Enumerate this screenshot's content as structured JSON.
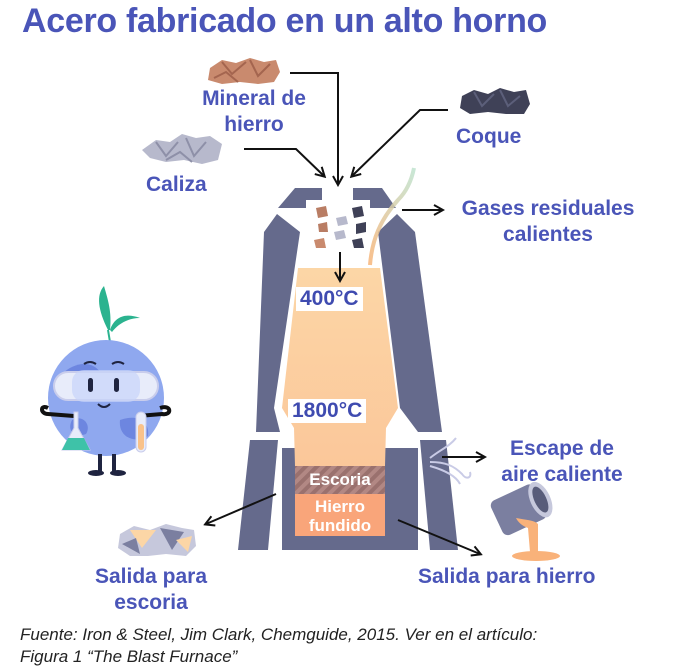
{
  "title": "Acero fabricado en un alto horno",
  "inputs": {
    "iron_ore": {
      "label_line1": "Mineral de",
      "label_line2": "hierro",
      "icon": "iron-ore-rocks-icon"
    },
    "limestone": {
      "label": "Caliza",
      "icon": "limestone-rocks-icon"
    },
    "coke": {
      "label": "Coque",
      "icon": "coke-rocks-icon"
    }
  },
  "outputs": {
    "waste_gases": {
      "label_line1": "Gases residuales",
      "label_line2": "calientes"
    },
    "hot_air": {
      "label_line1": "Escape de",
      "label_line2": "aire caliente"
    },
    "slag_exit": {
      "label_line1": "Salida para",
      "label_line2": "escoria",
      "icon": "slag-rocks-icon"
    },
    "iron_exit": {
      "label": "Salida para hierro",
      "icon": "pouring-crucible-icon"
    }
  },
  "furnace": {
    "temp_top": "400°C",
    "temp_bottom": "1800°C",
    "slag_layer": "Escoria",
    "molten_iron_line1": "Hierro",
    "molten_iron_line2": "fundido"
  },
  "colors": {
    "accent_text": "#4a55b8",
    "furnace_wall": "#656a8c",
    "furnace_heat": "#fcd3a4",
    "molten_iron": "#f9a57a",
    "slag": "#a57a78"
  },
  "caption": {
    "line1": "Fuente: Iron & Steel, Jim Clark, Chemguide, 2015. Ver en el artículo:",
    "line2": "Figura 1 “The Blast Furnace”"
  }
}
